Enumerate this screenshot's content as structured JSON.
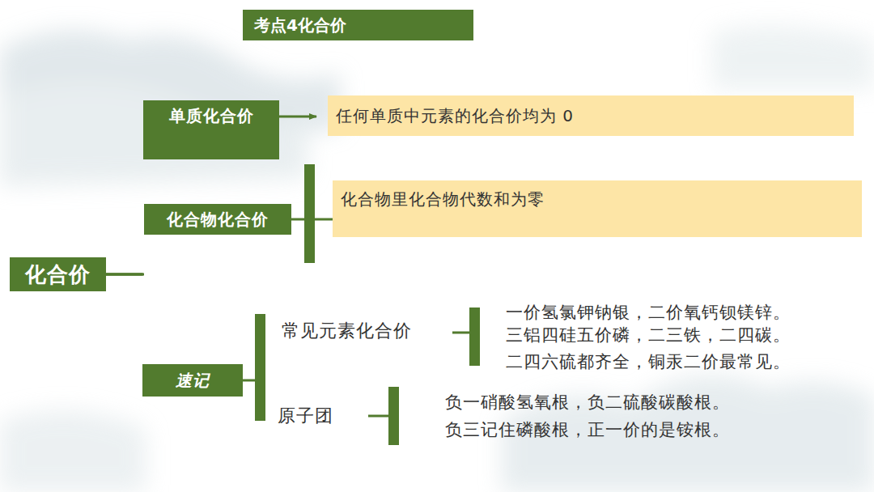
{
  "diagram": {
    "title": "考点4化合价",
    "nodes": [
      {
        "text": [
          "化合价"
        ]
      },
      {
        "text": [
          "单质化合价"
        ]
      },
      {
        "text": [
          "任何单质中元素的化合价均为 0"
        ]
      },
      {
        "text": [
          "化合物化合价"
        ]
      },
      {
        "text": [
          "化合物里化合物代数和为零"
        ]
      },
      {
        "text": [
          "速记"
        ]
      }
    ],
    "edges": [
      {
        "from": 0,
        "to": 1,
        "arrow": "none"
      },
      {
        "from": 0,
        "to": 3,
        "arrow": "none"
      },
      {
        "from": 0,
        "to": 5,
        "arrow": "none"
      },
      {
        "from": 1,
        "to": 2,
        "arrow": "to"
      },
      {
        "from": 3,
        "to": 4,
        "arrow": "none"
      }
    ],
    "labels": [
      "常见元素化合价",
      "一价氢氯钾钠银，二价氧钙钡镁锌。",
      "三铝四硅五价磷，二三铁，二四碳。",
      "二四六硫都齐全，铜汞二价最常见。",
      "原子团",
      "负一硝酸氢氧根，负二硫酸碳酸根。",
      "负三记住磷酸根，正一价的是铵根。"
    ]
  }
}
